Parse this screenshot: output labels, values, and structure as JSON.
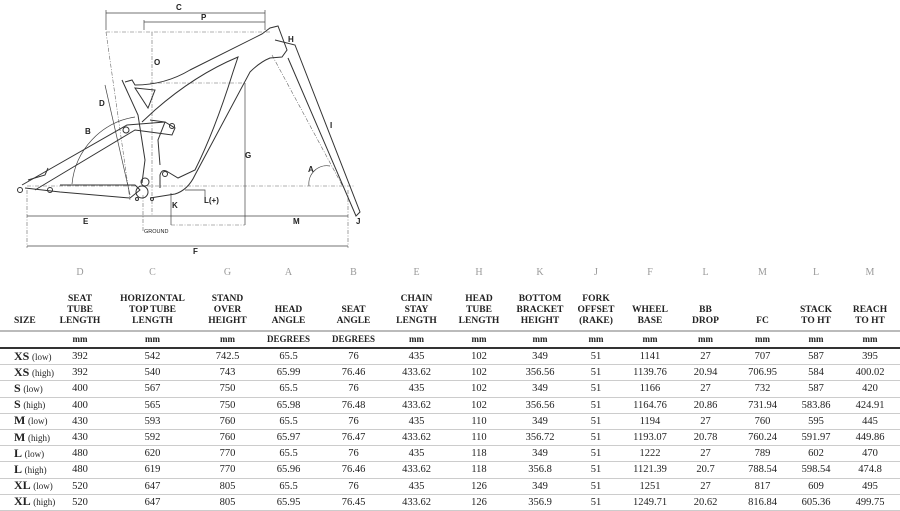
{
  "diagram": {
    "labels": {
      "C": "C",
      "P": "P",
      "H": "H",
      "O": "O",
      "D": "D",
      "B": "B",
      "G": "G",
      "I": "I",
      "A": "A",
      "K": "K",
      "L": "L(+)",
      "E": "E",
      "M": "M",
      "J": "J",
      "F": "F",
      "ground": "GROUND"
    }
  },
  "table": {
    "letters": [
      "",
      "D",
      "C",
      "G",
      "A",
      "B",
      "E",
      "H",
      "K",
      "J",
      "F",
      "L",
      "M",
      "L",
      "M"
    ],
    "headers": [
      [
        "SIZE"
      ],
      [
        "SEAT",
        "TUBE",
        "LENGTH"
      ],
      [
        "HORIZONTAL",
        "TOP TUBE",
        "LENGTH"
      ],
      [
        "STAND",
        "OVER",
        "HEIGHT"
      ],
      [
        "HEAD",
        "ANGLE"
      ],
      [
        "SEAT",
        "ANGLE"
      ],
      [
        "CHAIN",
        "STAY",
        "LENGTH"
      ],
      [
        "HEAD",
        "TUBE",
        "LENGTH"
      ],
      [
        "BOTTOM",
        "BRACKET",
        "HEIGHT"
      ],
      [
        "FORK",
        "OFFSET",
        "(RAKE)"
      ],
      [
        "WHEEL",
        "BASE"
      ],
      [
        "BB",
        "DROP"
      ],
      [
        "FC"
      ],
      [
        "STACK",
        "TO HT"
      ],
      [
        "REACH",
        "TO HT"
      ]
    ],
    "units": [
      "",
      "mm",
      "mm",
      "mm",
      "DEGREES",
      "DEGREES",
      "mm",
      "mm",
      "mm",
      "mm",
      "mm",
      "mm",
      "mm",
      "mm",
      "mm"
    ],
    "rows": [
      {
        "size": "XS",
        "variant": "(low)",
        "values": [
          "392",
          "542",
          "742.5",
          "65.5",
          "76",
          "435",
          "102",
          "349",
          "51",
          "1141",
          "27",
          "707",
          "587",
          "395"
        ]
      },
      {
        "size": "XS",
        "variant": "(high)",
        "values": [
          "392",
          "540",
          "743",
          "65.99",
          "76.46",
          "433.62",
          "102",
          "356.56",
          "51",
          "1139.76",
          "20.94",
          "706.95",
          "584",
          "400.02"
        ]
      },
      {
        "size": "S",
        "variant": "(low)",
        "values": [
          "400",
          "567",
          "750",
          "65.5",
          "76",
          "435",
          "102",
          "349",
          "51",
          "1166",
          "27",
          "732",
          "587",
          "420"
        ]
      },
      {
        "size": "S",
        "variant": "(high)",
        "values": [
          "400",
          "565",
          "750",
          "65.98",
          "76.48",
          "433.62",
          "102",
          "356.56",
          "51",
          "1164.76",
          "20.86",
          "731.94",
          "583.86",
          "424.91"
        ]
      },
      {
        "size": "M",
        "variant": "(low)",
        "values": [
          "430",
          "593",
          "760",
          "65.5",
          "76",
          "435",
          "110",
          "349",
          "51",
          "1194",
          "27",
          "760",
          "595",
          "445"
        ]
      },
      {
        "size": "M",
        "variant": "(high)",
        "values": [
          "430",
          "592",
          "760",
          "65.97",
          "76.47",
          "433.62",
          "110",
          "356.72",
          "51",
          "1193.07",
          "20.78",
          "760.24",
          "591.97",
          "449.86"
        ]
      },
      {
        "size": "L",
        "variant": "(low)",
        "values": [
          "480",
          "620",
          "770",
          "65.5",
          "76",
          "435",
          "118",
          "349",
          "51",
          "1222",
          "27",
          "789",
          "602",
          "470"
        ]
      },
      {
        "size": "L",
        "variant": "(high)",
        "values": [
          "480",
          "619",
          "770",
          "65.96",
          "76.46",
          "433.62",
          "118",
          "356.8",
          "51",
          "1121.39",
          "20.7",
          "788.54",
          "598.54",
          "474.8"
        ]
      },
      {
        "size": "XL",
        "variant": "(low)",
        "values": [
          "520",
          "647",
          "805",
          "65.5",
          "76",
          "435",
          "126",
          "349",
          "51",
          "1251",
          "27",
          "817",
          "609",
          "495"
        ]
      },
      {
        "size": "XL",
        "variant": "(high)",
        "values": [
          "520",
          "647",
          "805",
          "65.95",
          "76.45",
          "433.62",
          "126",
          "356.9",
          "51",
          "1249.71",
          "20.62",
          "816.84",
          "605.36",
          "499.75"
        ]
      }
    ]
  }
}
